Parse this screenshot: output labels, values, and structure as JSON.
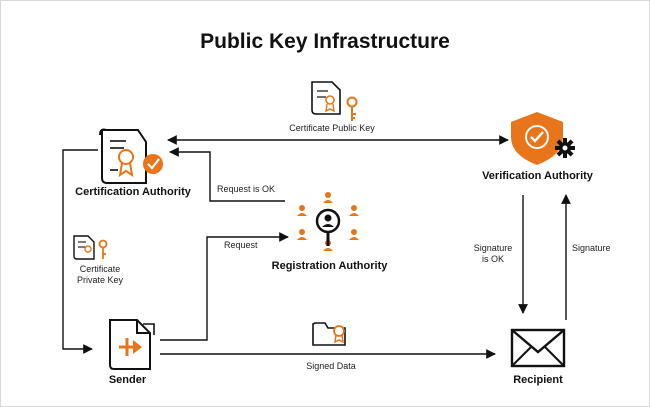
{
  "title": "Public Key Infrastructure",
  "nodes": {
    "certification_authority": "Certification Authority",
    "verification_authority": "Verification Authority",
    "registration_authority": "Registration Authority",
    "sender": "Sender",
    "recipient": "Recipient"
  },
  "edges": {
    "certificate_public_key": "Certificate Public Key",
    "request_is_ok": "Request is OK",
    "request": "Request",
    "certificate_private_key_line1": "Certificate",
    "certificate_private_key_line2": "Private Key",
    "signature_is_ok_line1": "Signature",
    "signature_is_ok_line2": "is OK",
    "signature": "Signature",
    "signed_data": "Signed Data"
  },
  "icons": {
    "certification_authority": "certificate-document-with-seal-icon",
    "verification_authority": "shield-check-with-gear-icon",
    "registration_authority": "people-network-magnifier-icon",
    "sender": "document-with-arrow-icon",
    "recipient": "envelope-icon",
    "certificate_public_key": "certificate-with-key-icon",
    "certificate_private_key": "certificate-with-key-icon",
    "signed_data": "folder-with-seal-icon"
  },
  "colors": {
    "accent": "#E8751A",
    "line": "#111111",
    "text": "#111111"
  }
}
